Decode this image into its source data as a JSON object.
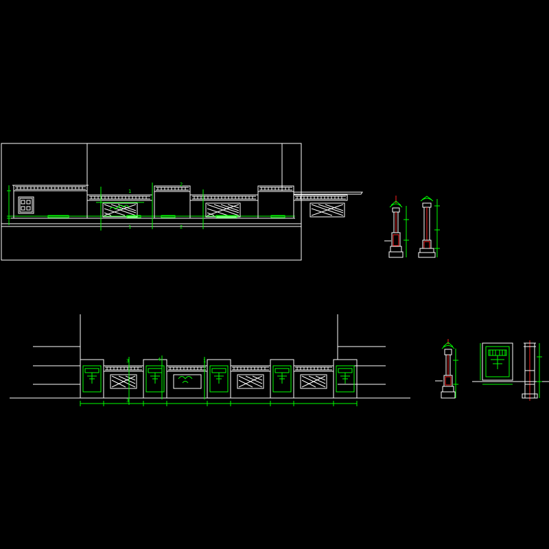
{
  "drawing": {
    "background_color": "#000000",
    "line_color": "#ffffff",
    "dimension_color": "#00ff00",
    "axis_color": "#ff2020"
  },
  "views": {
    "elevation_1": {
      "section_marks": [
        "1",
        "2",
        "1",
        "2"
      ]
    },
    "elevation_2": {
      "section_marks": [
        "3",
        "4",
        "1",
        "3"
      ]
    }
  }
}
